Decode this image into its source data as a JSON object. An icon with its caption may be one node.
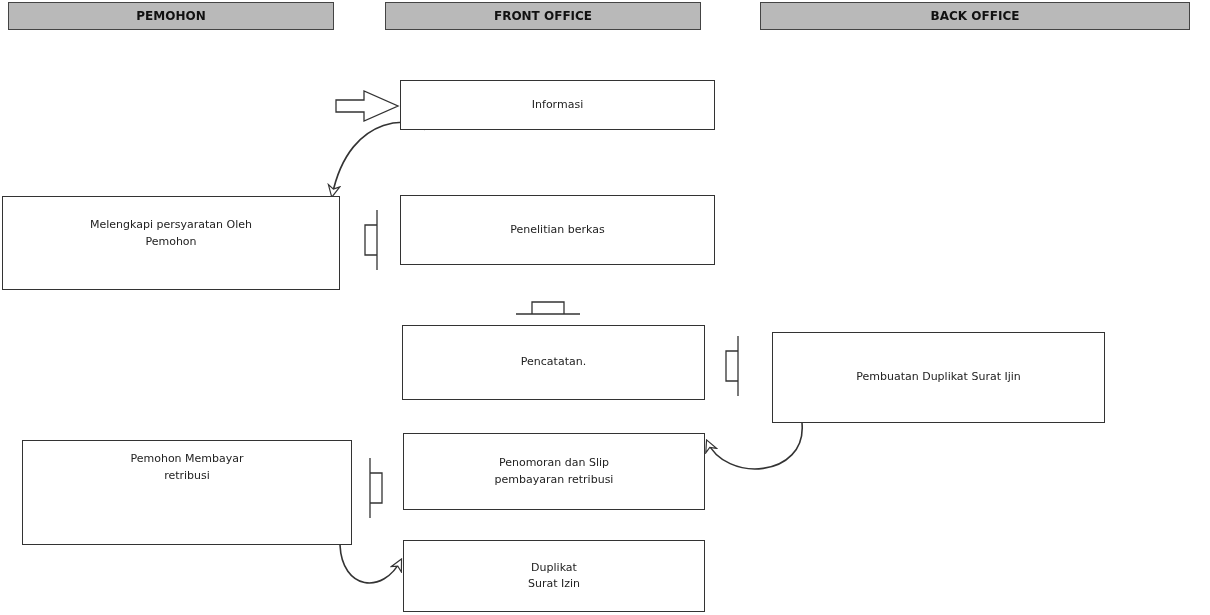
{
  "diagram": {
    "nodes": [
      {
        "text": [
          "PEMOHON"
        ]
      },
      {
        "text": [
          "FRONT OFFICE"
        ]
      },
      {
        "text": [
          "BACK OFFICE"
        ]
      },
      {
        "text": [
          "Informasi"
        ]
      },
      {
        "text": [
          "Melengkapi persyaratan Oleh Pemohon"
        ]
      },
      {
        "text": [
          "Penelitian berkas"
        ]
      },
      {
        "text": [
          "Pencatatan."
        ]
      },
      {
        "text": [
          "Pembuatan Duplikat Surat Ijin"
        ]
      },
      {
        "text": [
          "Penomoran dan Slip pembayaran retribusi"
        ]
      },
      {
        "text": [
          "Pemohon Membayar retribusi"
        ]
      },
      {
        "text": [
          "Duplikat Surat Izin"
        ]
      }
    ],
    "edges": [
      {
        "from": null,
        "to": 3,
        "arrow": "to"
      },
      {
        "from": 3,
        "to": 4,
        "arrow": "to"
      },
      {
        "from": 7,
        "to": 8,
        "arrow": "to"
      },
      {
        "from": 9,
        "to": 10,
        "arrow": "to"
      }
    ]
  }
}
